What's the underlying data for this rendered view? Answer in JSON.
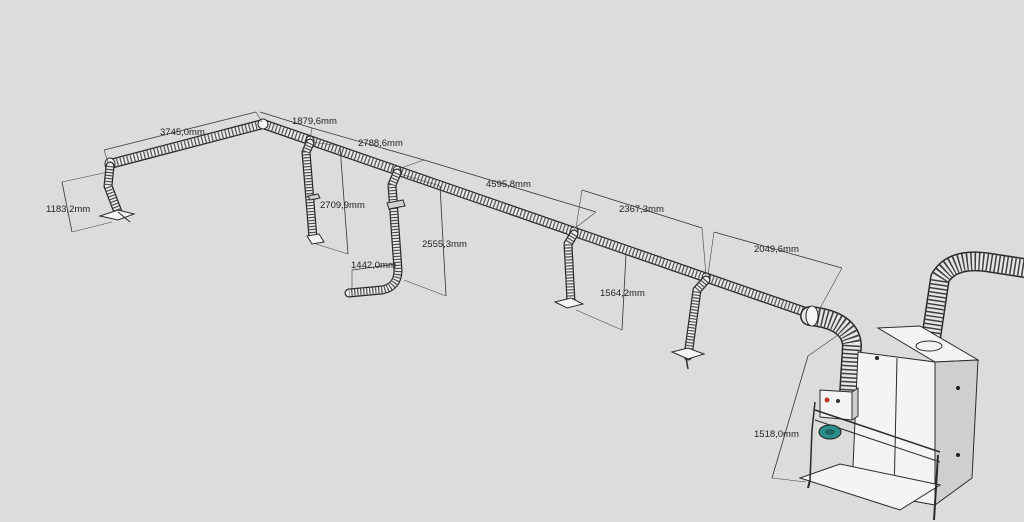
{
  "dimensions": {
    "d1": "3745,0mm",
    "d2": "1879,6mm",
    "d3": "2788,6mm",
    "d4": "4595,8mm",
    "d5": "2367,3mm",
    "d6": "2049,6mm",
    "h1": "1183,2mm",
    "h2": "2709,9mm",
    "h3": "1442,0mm",
    "h4": "2555,3mm",
    "h5": "1564,2mm",
    "h6": "1518,0mm"
  },
  "colors": {
    "background": "#dcdcda",
    "duct": "#e9e9e7",
    "outline": "#2a2a2a",
    "accent_teal": "#2a8f8c",
    "control_red": "#c0392b"
  }
}
